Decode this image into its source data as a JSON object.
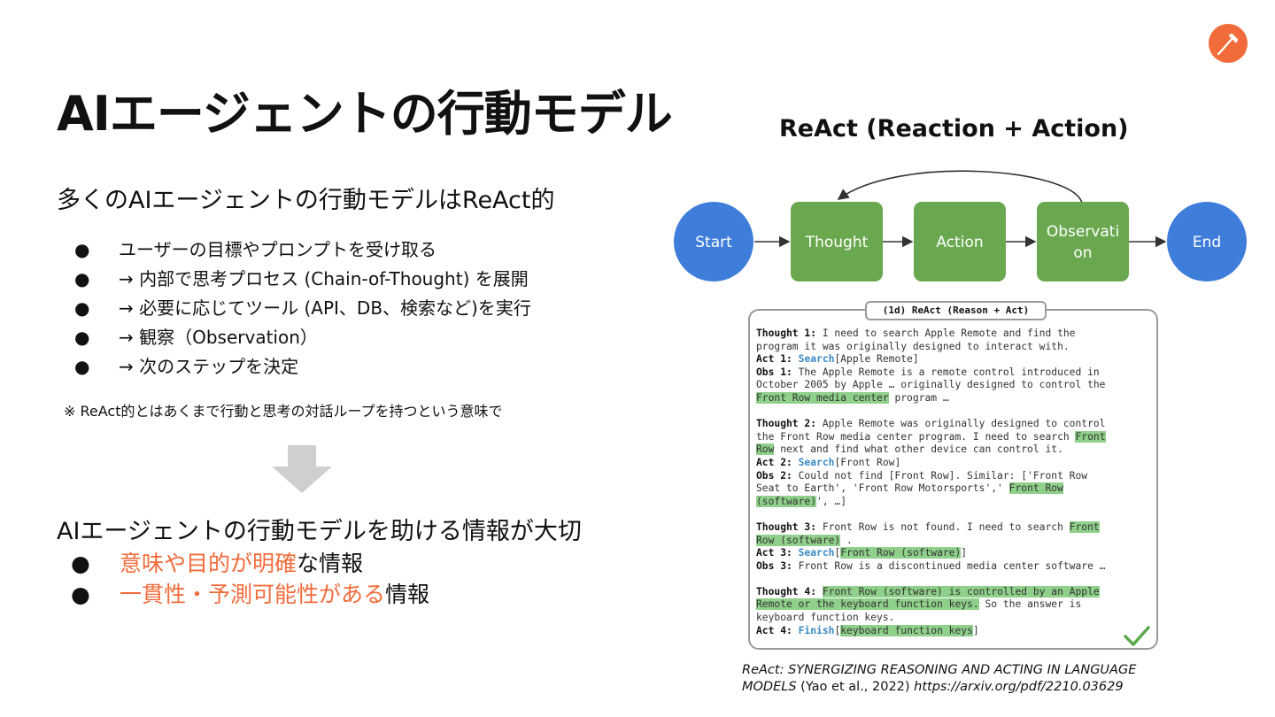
{
  "slide": {
    "title": "AIエージェントの行動モデル",
    "subheading": "多くのAIエージェントの行動モデルはReAct的",
    "bullets": [
      "ユーザーの目標やプロンプトを受け取る",
      "→ 内部で思考プロセス (Chain-of-Thought) を展開",
      "→ 必要に応じてツール (API、DB、検索など)を実行",
      "→ 観察（Observation）",
      "→ 次のステップを決定"
    ],
    "bullet_symbol": "●",
    "note": "※ ReAct的とはあくまで行動と思考の対話ループを持つという意味で",
    "section2_heading": "AIエージェントの行動モデルを助ける情報が大切",
    "section2_items": [
      {
        "accent": "意味や目的が明確",
        "rest": "な情報"
      },
      {
        "accent": "一貫性・予測可能性がある",
        "rest": "情報"
      }
    ],
    "accent_color": "#f26b3a"
  },
  "icons": {
    "logo": "pen-nib-icon",
    "arrow": "down-arrow-icon",
    "check": "checkmark-icon"
  },
  "diagram": {
    "title": "ReAct (Reaction + Action)",
    "nodes": [
      {
        "label": "Start",
        "shape": "circle",
        "color": "#3f7ddb"
      },
      {
        "label": "Thought",
        "shape": "rect",
        "color": "#6aa84f"
      },
      {
        "label": "Action",
        "shape": "rect",
        "color": "#6aa84f"
      },
      {
        "label_line1": "Observati",
        "label_line2": "on",
        "shape": "rect",
        "color": "#6aa84f"
      },
      {
        "label": "End",
        "shape": "circle",
        "color": "#3f7ddb"
      }
    ]
  },
  "paper": {
    "tab": "(1d) ReAct (Reason + Act)",
    "t1_key": "Thought 1:",
    "t1_a": " I need to search Apple Remote and find the",
    "t1_b": "program it was originally designed to interact with.",
    "a1_key": "Act 1:",
    "a1_cmd": "Search",
    "a1_arg": "[Apple Remote]",
    "o1_key": "Obs 1:",
    "o1_a": " The Apple Remote is a remote control introduced in",
    "o1_b": "October 2005 by Apple … originally designed to control the",
    "o1_c_hl": "Front Row media center",
    "o1_c": " program …",
    "t2_key": "Thought 2:",
    "t2_a": " Apple Remote was originally designed to control",
    "t2_b": "the Front Row media center program. I need to search ",
    "t2_b_hl": "Front",
    "t2_c_hl": "Row",
    "t2_c": " next and find what other device can control it.",
    "a2_key": "Act 2:",
    "a2_cmd": "Search",
    "a2_arg": "[Front Row]",
    "o2_key": "Obs 2:",
    "o2_a": " Could not find [Front Row]. Similar: ['Front Row",
    "o2_b": "Seat to Earth', 'Front Row Motorsports',' ",
    "o2_b_hl": "Front Row",
    "o2_c_hl": "(software)",
    "o2_c": "', …]",
    "t3_key": "Thought 3:",
    "t3_a": " Front Row is not found. I need to search ",
    "t3_a_hl": "Front",
    "t3_b_hl": "Row (software)",
    "t3_b": " .",
    "a3_key": "Act 3:",
    "a3_cmd": "Search",
    "a3_open": "[",
    "a3_hl": "Front Row (software)",
    "a3_close": "]",
    "o3_key": "Obs 3:",
    "o3_a": " Front Row is a discontinued media center software …",
    "t4_key": "Thought 4:",
    "t4_a_hl": "Front Row (software) is controlled by an Apple",
    "t4_b_hl": "Remote or the keyboard function keys.",
    "t4_b": " So the answer is",
    "t4_c": "keyboard function keys.",
    "a4_key": "Act 4:",
    "a4_cmd": "Finish",
    "a4_open": "[",
    "a4_hl": "keyboard function keys",
    "a4_close": "]"
  },
  "citation": {
    "line1": "ReAct: SYNERGIZING REASONING AND ACTING IN LANGUAGE",
    "line2_a": "MODELS",
    "line2_b": " (Yao et al., 2022) ",
    "line2_c": "https://arxiv.org/pdf/2210.03629"
  }
}
